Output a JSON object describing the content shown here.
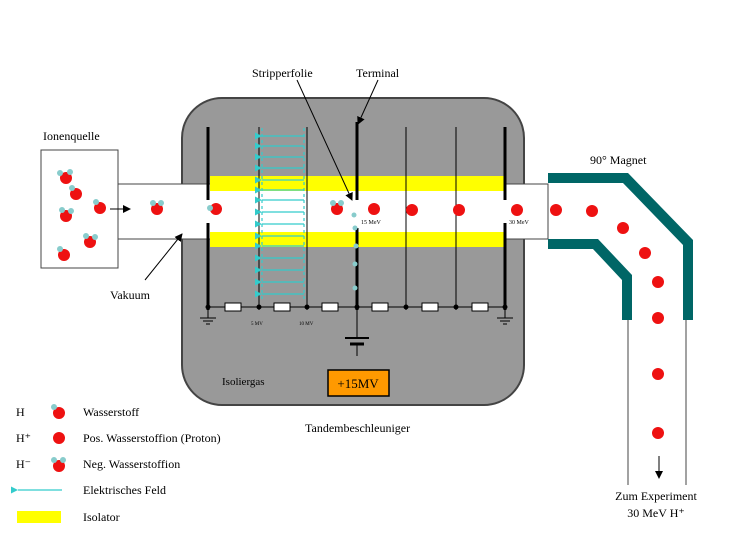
{
  "labels": {
    "stripper": "Stripperfolie",
    "terminal": "Terminal",
    "ion_source": "Ionenquelle",
    "magnet": "90° Magnet",
    "vacuum": "Vakuum",
    "insulating_gas": "Isoliergas",
    "voltage_box": "+15MV",
    "tandem": "Tandembeschleuniger",
    "energy_15": "15 MeV",
    "energy_30": "30 MeV",
    "tap_5": "5 MV",
    "tap_10": "10 MV",
    "experiment_line1": "Zum Experiment",
    "experiment_line2": "30 MeV H⁺"
  },
  "legend": [
    {
      "symbol": "H",
      "text": "Wasserstoff",
      "icon": "hydrogen-atom"
    },
    {
      "symbol": "H⁺",
      "text": "Pos. Wasserstoffion (Proton)",
      "icon": "proton"
    },
    {
      "symbol": "H⁻",
      "text": "Neg. Wasserstoffion",
      "icon": "negative-ion"
    },
    {
      "symbol": "",
      "text": "Elektrisches Feld",
      "icon": "field-arrow"
    },
    {
      "symbol": "",
      "text": "Isolator",
      "icon": "insulator-swatch"
    }
  ],
  "colors": {
    "tank": "#999999",
    "insulator": "#ffff00",
    "magnet": "#006666",
    "field": "#33cccc",
    "proton": "#ee1111",
    "electron": "#88cccc",
    "voltage_box": "#ff9900"
  }
}
